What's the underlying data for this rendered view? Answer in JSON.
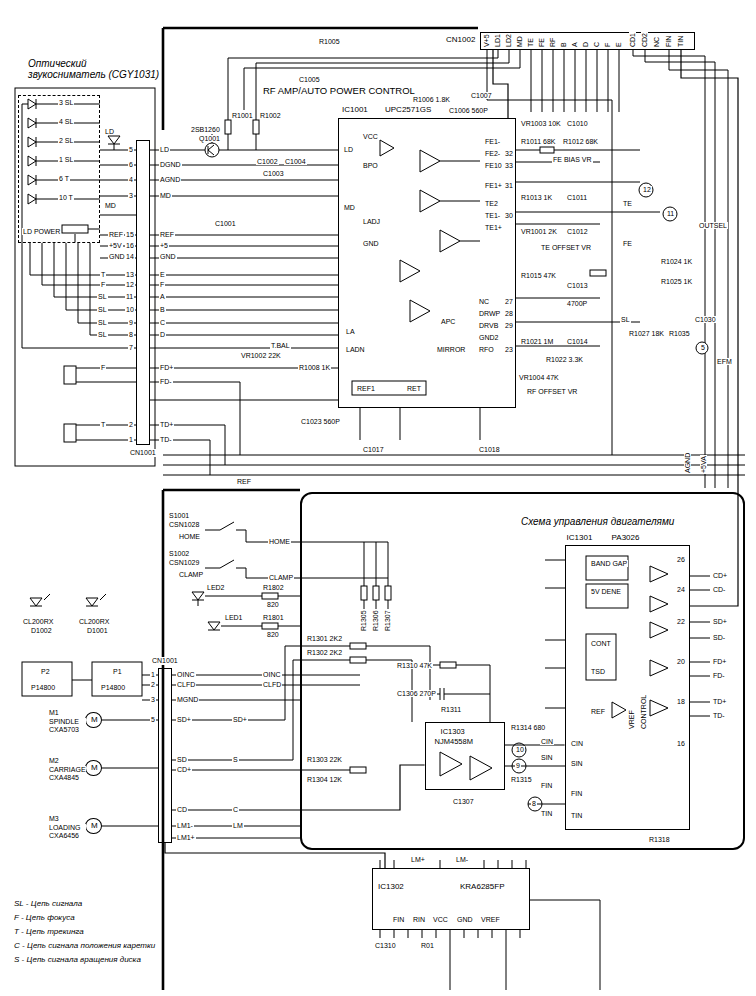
{
  "diagram": {
    "nodes": [
      {
        "text": [
          "Оптический звукосниматель (CGY1031)"
        ]
      },
      {
        "text": [
          "CN1001"
        ]
      },
      {
        "text": [
          "IC1001",
          "UPC2571GS"
        ]
      },
      {
        "text": [
          "CN1002"
        ]
      },
      {
        "text": [
          "Схема управления двигателями"
        ]
      },
      {
        "text": [
          "IC1301",
          "PA3026"
        ],
        "in": 4
      },
      {
        "text": [
          "IC1303",
          "NJM4558M"
        ],
        "in": 4
      },
      {
        "text": [
          "CN1001"
        ]
      },
      {
        "text": [
          "IC1302",
          "KRA6285FP"
        ]
      },
      {
        "text": [
          "M",
          "M1",
          "SPINDLE CXA5703"
        ]
      },
      {
        "text": [
          "M",
          "M2",
          "CARRIAGE CXA4845"
        ]
      },
      {
        "text": [
          "M",
          "M3",
          "LOADING CXA6456"
        ]
      }
    ],
    "edges": [
      {
        "from": 0,
        "to": 1,
        "arrow": "none"
      },
      {
        "from": 1,
        "to": 2,
        "arrow": "none"
      },
      {
        "from": 2,
        "to": 3,
        "arrow": "none"
      },
      {
        "from": 7,
        "to": 6,
        "arrow": "none"
      },
      {
        "from": 6,
        "to": 5,
        "arrow": "none"
      },
      {
        "from": 9,
        "to": 7,
        "arrow": "none"
      },
      {
        "from": 10,
        "to": 7,
        "arrow": "none"
      },
      {
        "from": 11,
        "to": 7,
        "arrow": "none"
      },
      {
        "from": 8,
        "to": 7,
        "arrow": "none"
      },
      {
        "from": 5,
        "to": 3,
        "arrow": "none"
      }
    ],
    "labels": [
      "RF AMP/AUTO POWER CONTROL",
      "V+5",
      "LD1",
      "LD2",
      "MD",
      "TE",
      "FE",
      "RF",
      "B",
      "A",
      "D",
      "C",
      "F",
      "E",
      "CD1",
      "CD2",
      "NC",
      "FIN",
      "TIN",
      "3 SL",
      "4 SL",
      "2 SL",
      "1 SL",
      "6 T",
      "10 T",
      "LD POWER",
      "LD",
      "MD",
      "REF",
      "+5V",
      "GND",
      "5",
      "6",
      "4",
      "3",
      "15",
      "16",
      "14",
      "13",
      "12",
      "11",
      "10",
      "9",
      "8",
      "7",
      "2",
      "1",
      "T",
      "F",
      "SL",
      "SL",
      "SL",
      "SL",
      "F",
      "T",
      "LD",
      "DGND",
      "AGND",
      "MD",
      "REF",
      "+5",
      "GND",
      "E",
      "F",
      "A",
      "B",
      "C",
      "D",
      "FD+",
      "FD-",
      "TD+",
      "TD-",
      "2SB1260",
      "Q1001",
      "R1001",
      "R1002",
      "C1002",
      "C1004",
      "C1003",
      "C1001",
      "R1005",
      "C1005",
      "R1006 1.8K",
      "C1006 560P",
      "C1007",
      "VCC",
      "BPO",
      "LD",
      "MD",
      "LADJ",
      "GND",
      "FE1-",
      "FE2-",
      "FE10",
      "FE1+",
      "TE2",
      "TE1-",
      "TE1+",
      "NC",
      "DRWP",
      "DRVB",
      "GND2",
      "RFO",
      "LA",
      "LADN",
      "APC",
      "MIRROR",
      "REF1",
      "RET",
      "32",
      "33",
      "31",
      "30",
      "27",
      "28",
      "29",
      "23",
      "VR1003 10K",
      "C1010",
      "R1011 68K",
      "R1012 68K",
      "FE BIAS VR",
      "R1013 1K",
      "C1011",
      "VR1001 2K",
      "C1012",
      "TE OFFSET VR",
      "R1015 47K",
      "C1013",
      "4700P",
      "R1021 1M",
      "C1014",
      "R1022 3.3K",
      "VR1004 47K",
      "RF OFFSET VR",
      "12",
      "TE",
      "11",
      "FE",
      "OUTSEL",
      "R1024 1K",
      "R1025 1K",
      "SL",
      "R1027 18K",
      "R1035",
      "C1030",
      "EFM",
      "5",
      "AGND",
      "+5VA",
      "VR1002 22K",
      "T.BAL",
      "R1008 1K",
      "C1023 560P",
      "C1017",
      "C1018",
      "REF",
      "S1001",
      "CSN1028",
      "HOME",
      "S1002",
      "CSN1029",
      "CLAMP",
      "HOME",
      "CLAMP",
      "LED2",
      "R1802",
      "820",
      "LED1",
      "R1801",
      "820",
      "CL200RX",
      "D1002",
      "CL200RX",
      "D1001",
      "P2",
      "P14800",
      "P1",
      "P14800",
      "1",
      "2",
      "3",
      "5",
      "OINC",
      "CLFD",
      "MGND",
      "SD+",
      "SD",
      "CD+",
      "CD",
      "LM1-",
      "LM1+",
      "OINC",
      "CLFD",
      "SD+",
      "S",
      "C",
      "LM",
      "R1301 2K2",
      "R1302 2K2",
      "R1303 22K",
      "R1304 12K",
      "R1310 47K",
      "C1306 270P",
      "R1311",
      "R1314 680",
      "R1315",
      "C1307",
      "R1318",
      "R1305",
      "R1306",
      "R1307",
      "10",
      "9",
      "8",
      "CIN",
      "SIN",
      "FIN",
      "TIN",
      "BAND GAP",
      "5V DENE",
      "CONT",
      "TSD",
      "REF",
      "CIN",
      "SIN",
      "FIN",
      "TIN",
      "VREF",
      "CONTROL",
      "CD+",
      "CD-",
      "SD+",
      "SD-",
      "FD+",
      "FD-",
      "TD+",
      "TD-",
      "26",
      "24",
      "22",
      "20",
      "18",
      "16",
      "LM+",
      "LM-",
      "FIN",
      "RIN",
      "VCC",
      "GND",
      "VREF",
      "C1310",
      "R01"
    ],
    "legend": [
      {
        "text": "SL - Цепь сигнала"
      },
      {
        "text": "F - Цепь фокуса"
      },
      {
        "text": "T - Цепь трекинга"
      },
      {
        "text": "C - Цепь сигнала положения каретки"
      },
      {
        "text": "S - Цепь сигнала вращения диска"
      }
    ]
  }
}
